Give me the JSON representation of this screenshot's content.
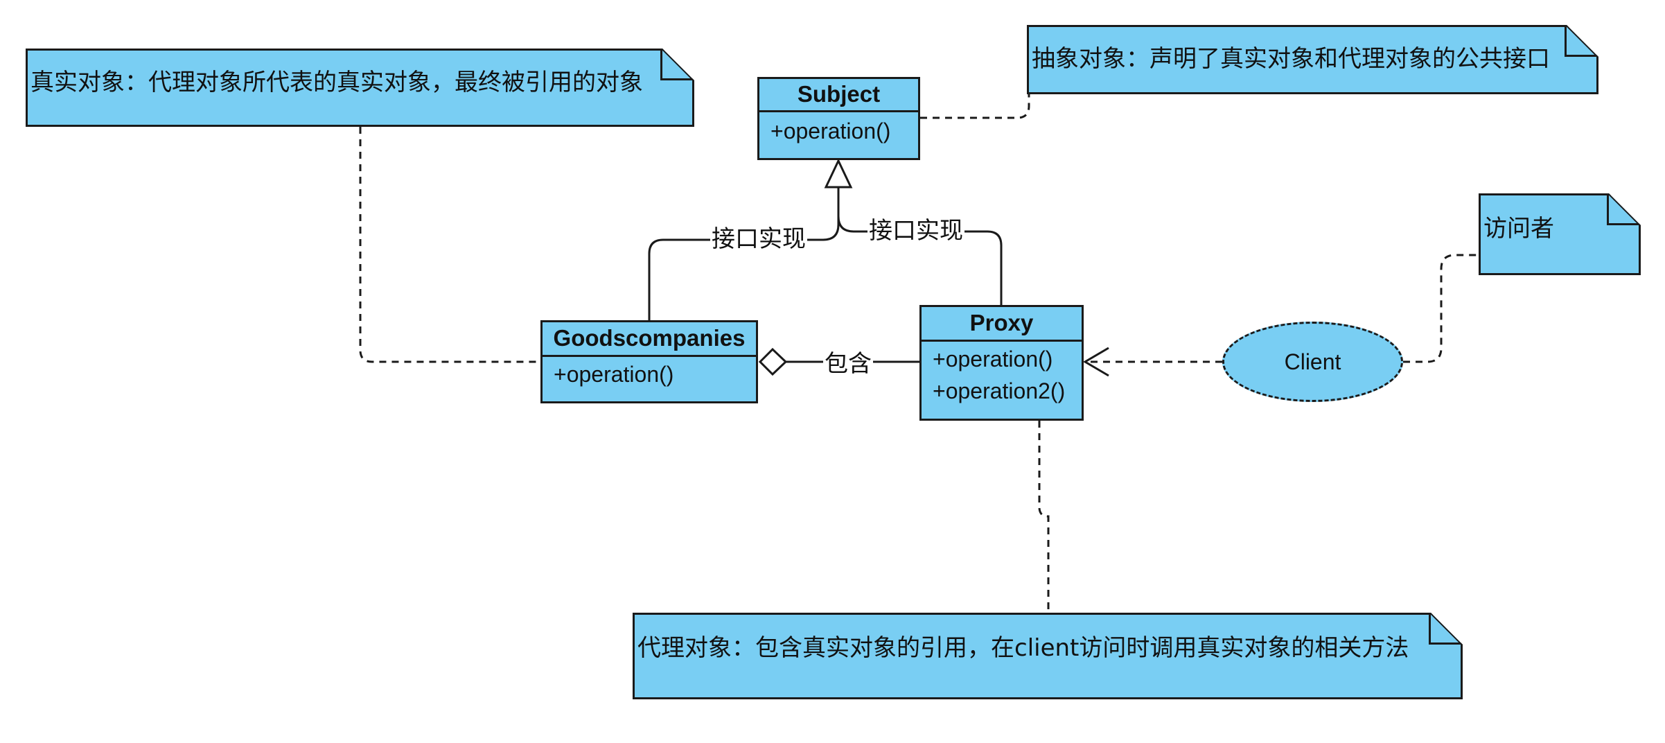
{
  "notes": {
    "real_subject": "真实对象：代理对象所代表的真实对象，最终被引用的对象",
    "abstract_subject": "抽象对象：声明了真实对象和代理对象的公共接口",
    "visitor": "访问者",
    "proxy_object": "代理对象：包含真实对象的引用，在client访问时调用真实对象的相关方法"
  },
  "classes": {
    "subject": {
      "name": "Subject",
      "operations": [
        "+operation()"
      ]
    },
    "goods": {
      "name": "Goodscompanies",
      "operations": [
        "+operation()"
      ]
    },
    "proxy": {
      "name": "Proxy",
      "operations": [
        "+operation()",
        "+operation2()"
      ]
    }
  },
  "client": {
    "label": "Client"
  },
  "edges": {
    "goods_realizes": "接口实现",
    "proxy_realizes": "接口实现",
    "contains": "包含"
  },
  "colors": {
    "fill": "#79cef3",
    "stroke": "#1a1a1a"
  }
}
